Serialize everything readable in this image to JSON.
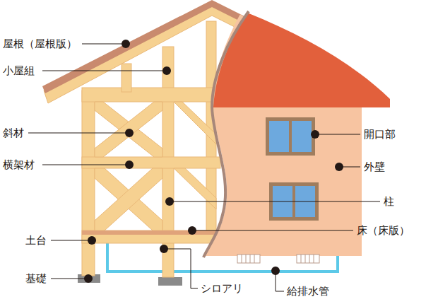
{
  "diagram": {
    "labels": [
      "屋根（屋根版）",
      "小屋組",
      "斜材",
      "横架材",
      "土台",
      "基礎",
      "シロアリ",
      "給排水管",
      "開口部",
      "外壁",
      "柱",
      "床（床版）"
    ]
  }
}
